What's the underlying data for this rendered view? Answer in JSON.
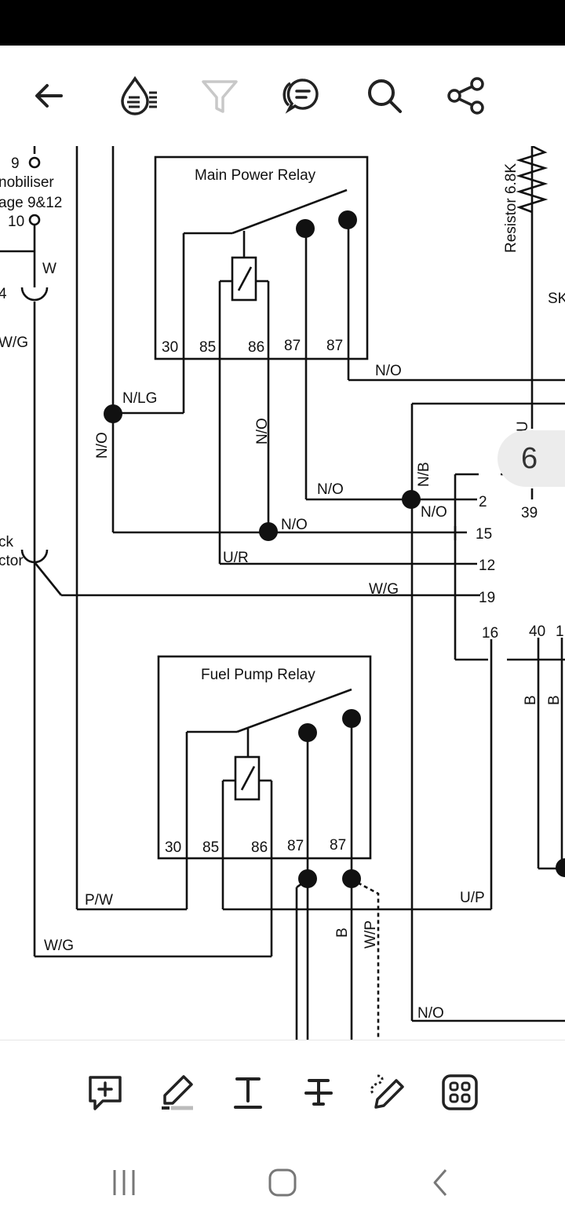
{
  "toolbar": {
    "items": [
      {
        "name": "back",
        "icon": "arrow-left-icon"
      },
      {
        "name": "ink-drop",
        "icon": "ink-drop-icon"
      },
      {
        "name": "filter",
        "icon": "filter-icon"
      },
      {
        "name": "comments",
        "icon": "comment-list-icon"
      },
      {
        "name": "search",
        "icon": "search-icon"
      },
      {
        "name": "share",
        "icon": "share-icon"
      }
    ]
  },
  "document": {
    "page_number": "6",
    "labels": {
      "pin9": "9",
      "immobiliser": "nobiliser",
      "page_ref": "age 9&12",
      "pin10": "10",
      "w": "W",
      "pin4": "4",
      "wg_left": "W/G",
      "resistor": "Resistor 6.8K",
      "sk": "SK",
      "main_relay": "Main Power Relay",
      "r1_30": "30",
      "r1_85": "85",
      "r1_86": "86",
      "r1_87a": "87",
      "r1_87b": "87",
      "no_top": "N/O",
      "nlg": "N/LG",
      "no_vert_left": "N/O",
      "no_vert_mid": "N/O",
      "nb": "N/B",
      "u_cut": "U",
      "no_87": "N/O",
      "no_2": "N/O",
      "pin2": "2",
      "pin39": "39",
      "no_15": "N/O",
      "pin15": "15",
      "ur": "U/R",
      "pin12": "12",
      "wg_19": "W/G",
      "pin19": "19",
      "ck": "ck",
      "ctor": "ctor",
      "pin16": "16",
      "pin40": "40",
      "pin1": "1",
      "b1": "B",
      "b2": "B",
      "fuel_relay": "Fuel Pump Relay",
      "r2_30": "30",
      "r2_85": "85",
      "r2_86": "86",
      "r2_87a": "87",
      "r2_87b": "87",
      "pw": "P/W",
      "wg_bottom": "W/G",
      "up": "U/P",
      "b3": "B",
      "wp": "W/P",
      "no_bottom": "N/O"
    }
  },
  "annotation_tools": [
    {
      "name": "add-comment",
      "icon": "comment-plus-icon"
    },
    {
      "name": "highlighter",
      "icon": "highlighter-icon"
    },
    {
      "name": "underline",
      "icon": "text-underline-icon"
    },
    {
      "name": "strikethrough",
      "icon": "text-strikethrough-icon"
    },
    {
      "name": "draw",
      "icon": "pencil-draw-icon"
    },
    {
      "name": "more-tools",
      "icon": "grid-icon"
    }
  ],
  "nav": {
    "items": [
      {
        "name": "recents",
        "icon": "recents-icon"
      },
      {
        "name": "home",
        "icon": "home-icon"
      },
      {
        "name": "back",
        "icon": "back-icon"
      }
    ]
  }
}
